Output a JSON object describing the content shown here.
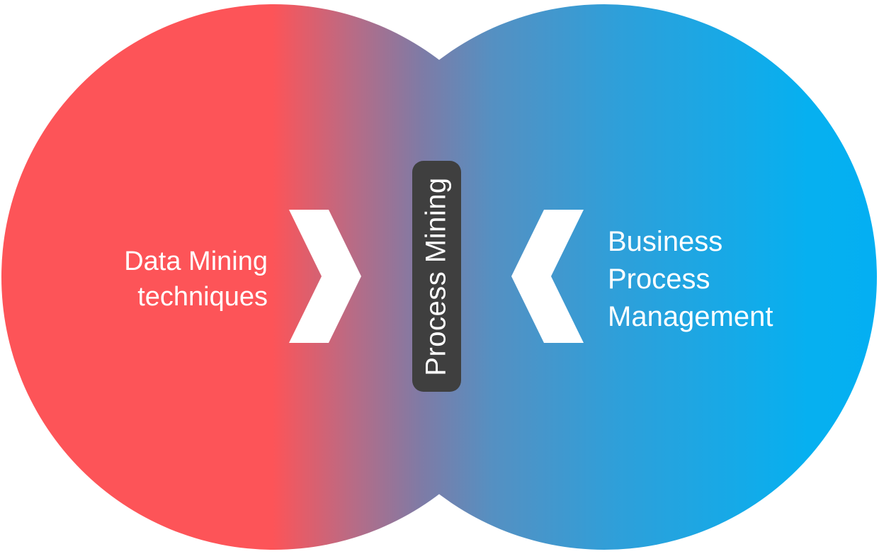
{
  "diagram": {
    "left_circle": {
      "label_lines": [
        "Data Mining",
        "techniques"
      ],
      "start_color": "#fd5458",
      "end_color": "#7e7ba6",
      "text_color": "#ffffff"
    },
    "right_circle": {
      "label_lines": [
        "Business",
        "Process",
        "Management"
      ],
      "start_color": "#7e7ba6",
      "end_color": "#00aeef",
      "text_color": "#ffffff"
    },
    "center_badge": {
      "label": "Process Mining",
      "background_color": "#3f3f3f",
      "text_color": "#ffffff"
    },
    "icons": {
      "left": "chevron-right",
      "right": "chevron-left",
      "color": "#ffffff"
    }
  }
}
